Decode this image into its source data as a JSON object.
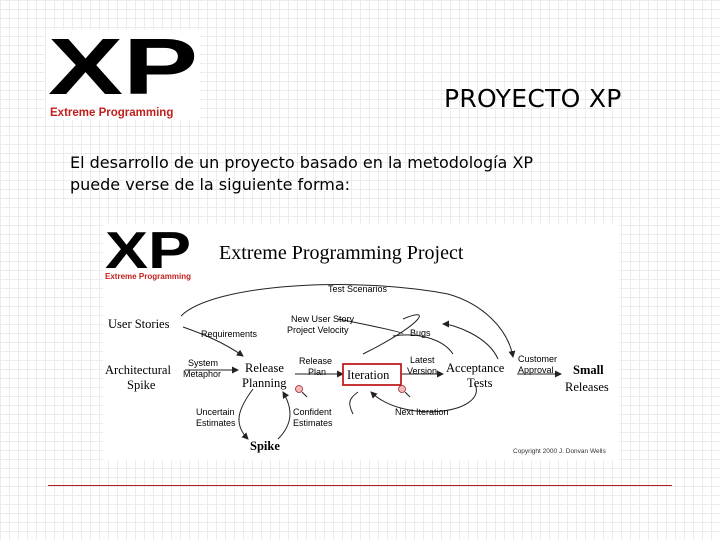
{
  "logo": {
    "letters": "XP",
    "caption": "Extreme Programming"
  },
  "slide_title": "PROYECTO XP",
  "body": {
    "line1": "El desarrollo de un proyecto basado en la metodología XP",
    "line2": "puede verse de la siguiente forma:"
  },
  "diagram": {
    "title": "Extreme Programming Project",
    "logo_letters": "XP",
    "logo_caption": "Extreme Programming",
    "nodes": {
      "user_stories": "User Stories",
      "architectural_spike_1": "Architectural",
      "architectural_spike_2": "Spike",
      "release_planning_1": "Release",
      "release_planning_2": "Planning",
      "iteration": "Iteration",
      "acceptance_tests_1": "Acceptance",
      "acceptance_tests_2": "Tests",
      "small_releases_1": "Small",
      "small_releases_2": "Releases",
      "spike": "Spike"
    },
    "edge_labels": {
      "test_scenarios": "Test Scenarios",
      "requirements": "Requirements",
      "new_user_story_1": "New User Story",
      "new_user_story_2": "Project Velocity",
      "bugs": "Bugs",
      "system_metaphor_1": "System",
      "system_metaphor_2": "Metaphor",
      "release_plan_1": "Release",
      "release_plan_2": "Plan",
      "latest_version_1": "Latest",
      "latest_version_2": "Version",
      "customer_approval_1": "Customer",
      "customer_approval_2": "Approval",
      "uncertain_estimates_1": "Uncertain",
      "uncertain_estimates_2": "Estimates",
      "confident_estimates_1": "Confident",
      "confident_estimates_2": "Estimates",
      "next_iteration": "Next Iteration"
    },
    "copyright": "Copyright 2000 J. Donvan Wells"
  },
  "colors": {
    "logo_red": "#c0201c",
    "iteration_box": "#c02020",
    "rule": "#b02020"
  }
}
